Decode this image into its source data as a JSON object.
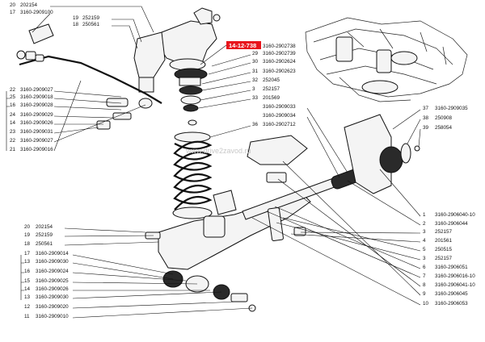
{
  "badge": {
    "text": "14-12-738",
    "color": "#e8141c"
  },
  "watermark": "www.drive2zavod.ru",
  "labels_left_top": [
    {
      "num": "20",
      "code": "202154"
    },
    {
      "num": "17",
      "code": "3160-2909100"
    },
    {
      "num": "19",
      "code": "252159"
    },
    {
      "num": "18",
      "code": "250561"
    },
    {
      "num": "22",
      "code": "3160-2909027"
    },
    {
      "num": "25",
      "code": "3160-2909018"
    },
    {
      "num": "16",
      "code": "3160-2909028"
    },
    {
      "num": "24",
      "code": "3160-2909029"
    },
    {
      "num": "14",
      "code": "3160-2909026"
    },
    {
      "num": "23",
      "code": "3160-2909031"
    },
    {
      "num": "22",
      "code": "3160-2909027"
    },
    {
      "num": "21",
      "code": "3160-2909016"
    }
  ],
  "labels_left_bottom": [
    {
      "num": "20",
      "code": "202154"
    },
    {
      "num": "19",
      "code": "252159"
    },
    {
      "num": "18",
      "code": "250561"
    },
    {
      "num": "17",
      "code": "3160-2909014"
    },
    {
      "num": "13",
      "code": "3160-2909030"
    },
    {
      "num": "16",
      "code": "3160-2909024"
    },
    {
      "num": "15",
      "code": "3160-2909025"
    },
    {
      "num": "14",
      "code": "3160-2909026"
    },
    {
      "num": "13",
      "code": "3160-2909030"
    },
    {
      "num": "12",
      "code": "3160-2909020"
    },
    {
      "num": "11",
      "code": "3160-2909010"
    }
  ],
  "labels_mid": [
    {
      "num": "29",
      "code": "3160-2902739"
    },
    {
      "num": "30",
      "code": "3160-2902624"
    },
    {
      "num": "31",
      "code": "3160-2902623"
    },
    {
      "num": "32",
      "code": "252045"
    },
    {
      "num": "3",
      "code": "252157"
    },
    {
      "num": "33",
      "code": "201569"
    },
    {
      "num": "",
      "code": "3160-2909033"
    },
    {
      "num": "",
      "code": "3160-2909034"
    },
    {
      "num": "36",
      "code": "3160-2902712"
    }
  ],
  "label_badge_code": "3160-2902738",
  "labels_right_top": [
    {
      "num": "37",
      "code": "3160-2909035"
    },
    {
      "num": "38",
      "code": "250908"
    },
    {
      "num": "39",
      "code": "258054"
    }
  ],
  "labels_right_bottom": [
    {
      "num": "1",
      "code": "3160-2906040-10"
    },
    {
      "num": "2",
      "code": "3160-2906044"
    },
    {
      "num": "3",
      "code": "252157"
    },
    {
      "num": "4",
      "code": "201561"
    },
    {
      "num": "5",
      "code": "250515"
    },
    {
      "num": "3",
      "code": "252157"
    },
    {
      "num": "6",
      "code": "3160-2906051"
    },
    {
      "num": "7",
      "code": "3160-2906016-10"
    },
    {
      "num": "8",
      "code": "3160-2906041-10"
    },
    {
      "num": "9",
      "code": "3160-2906045"
    },
    {
      "num": "10",
      "code": "3160-2906053"
    }
  ]
}
